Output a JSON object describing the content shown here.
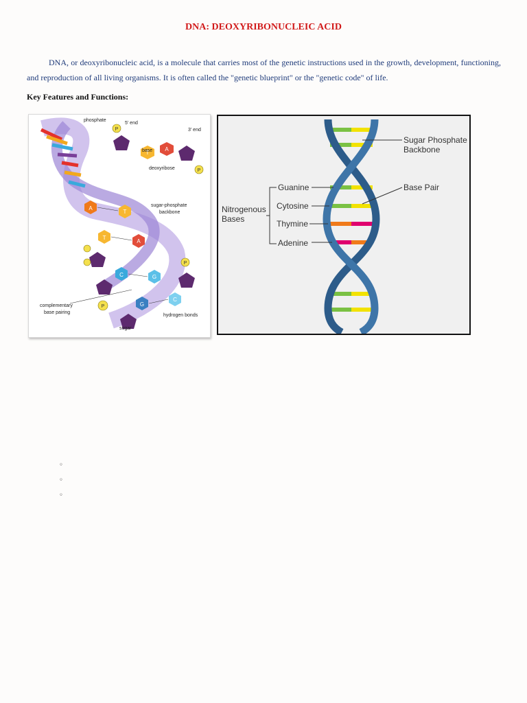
{
  "document": {
    "title": "DNA: DEOXYRIBONUCLEIC ACID",
    "intro": "DNA, or deoxyribonucleic acid, is a molecule that carries most of the genetic instructions used in the growth, development, functioning, and reproduction of all living organisms. It is often called the \"genetic blueprint\" or the \"genetic code\" of life.",
    "subheading": "Key Features and Functions:"
  },
  "figure_structure": {
    "labels": {
      "phosphate": "phosphate",
      "five_end": "5' end",
      "three_end": "3' end",
      "base": "base",
      "deoxyribose": "deoxyribose",
      "backbone_line1": "sugar-phosphate",
      "backbone_line2": "backbone",
      "pairing_line1": "complementary",
      "pairing_line2": "base pairing",
      "hydrogen_bonds": "hydrogen bonds",
      "sugar": "sugar"
    },
    "letters": [
      "P",
      "T",
      "A",
      "G",
      "C"
    ]
  },
  "figure_helix": {
    "backbone_line1": "Sugar Phosphate",
    "backbone_line2": "Backbone",
    "base_pair": "Base Pair",
    "group_line1": "Nitrogenous",
    "group_line2": "Bases",
    "bases": [
      "Guanine",
      "Cytosine",
      "Thymine",
      "Adenine"
    ],
    "colors": {
      "strand": "#2d5c8a",
      "guanine": "#7ac143",
      "cytosine": "#f2e200",
      "thymine": "#f07a1a",
      "adenine": "#e0006e"
    }
  },
  "empty_bullets": 3
}
